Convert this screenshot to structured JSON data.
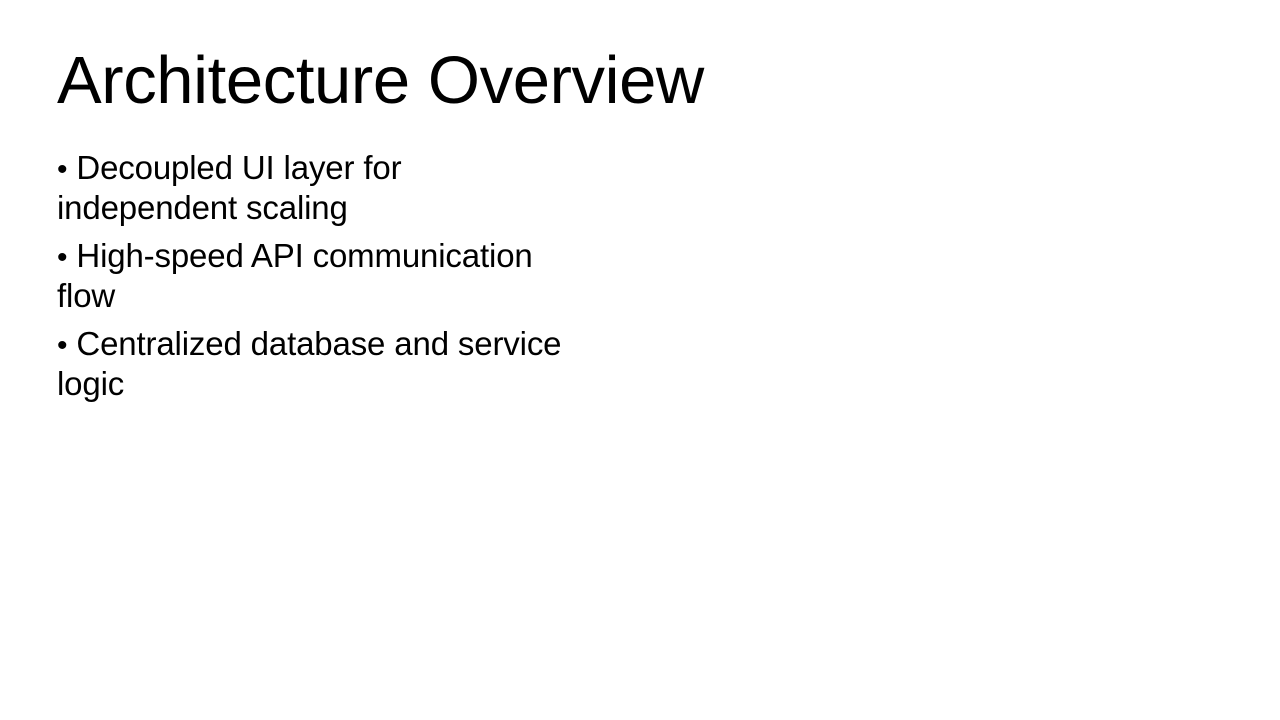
{
  "slide": {
    "title": "Architecture Overview",
    "background_color": "#ffffff",
    "text_color": "#000000",
    "bullet_marker": "•",
    "bullets": [
      {
        "text": "Decoupled UI layer for independent scaling"
      },
      {
        "text": "High-speed API communication flow"
      },
      {
        "text": "Centralized database and service logic"
      }
    ]
  }
}
